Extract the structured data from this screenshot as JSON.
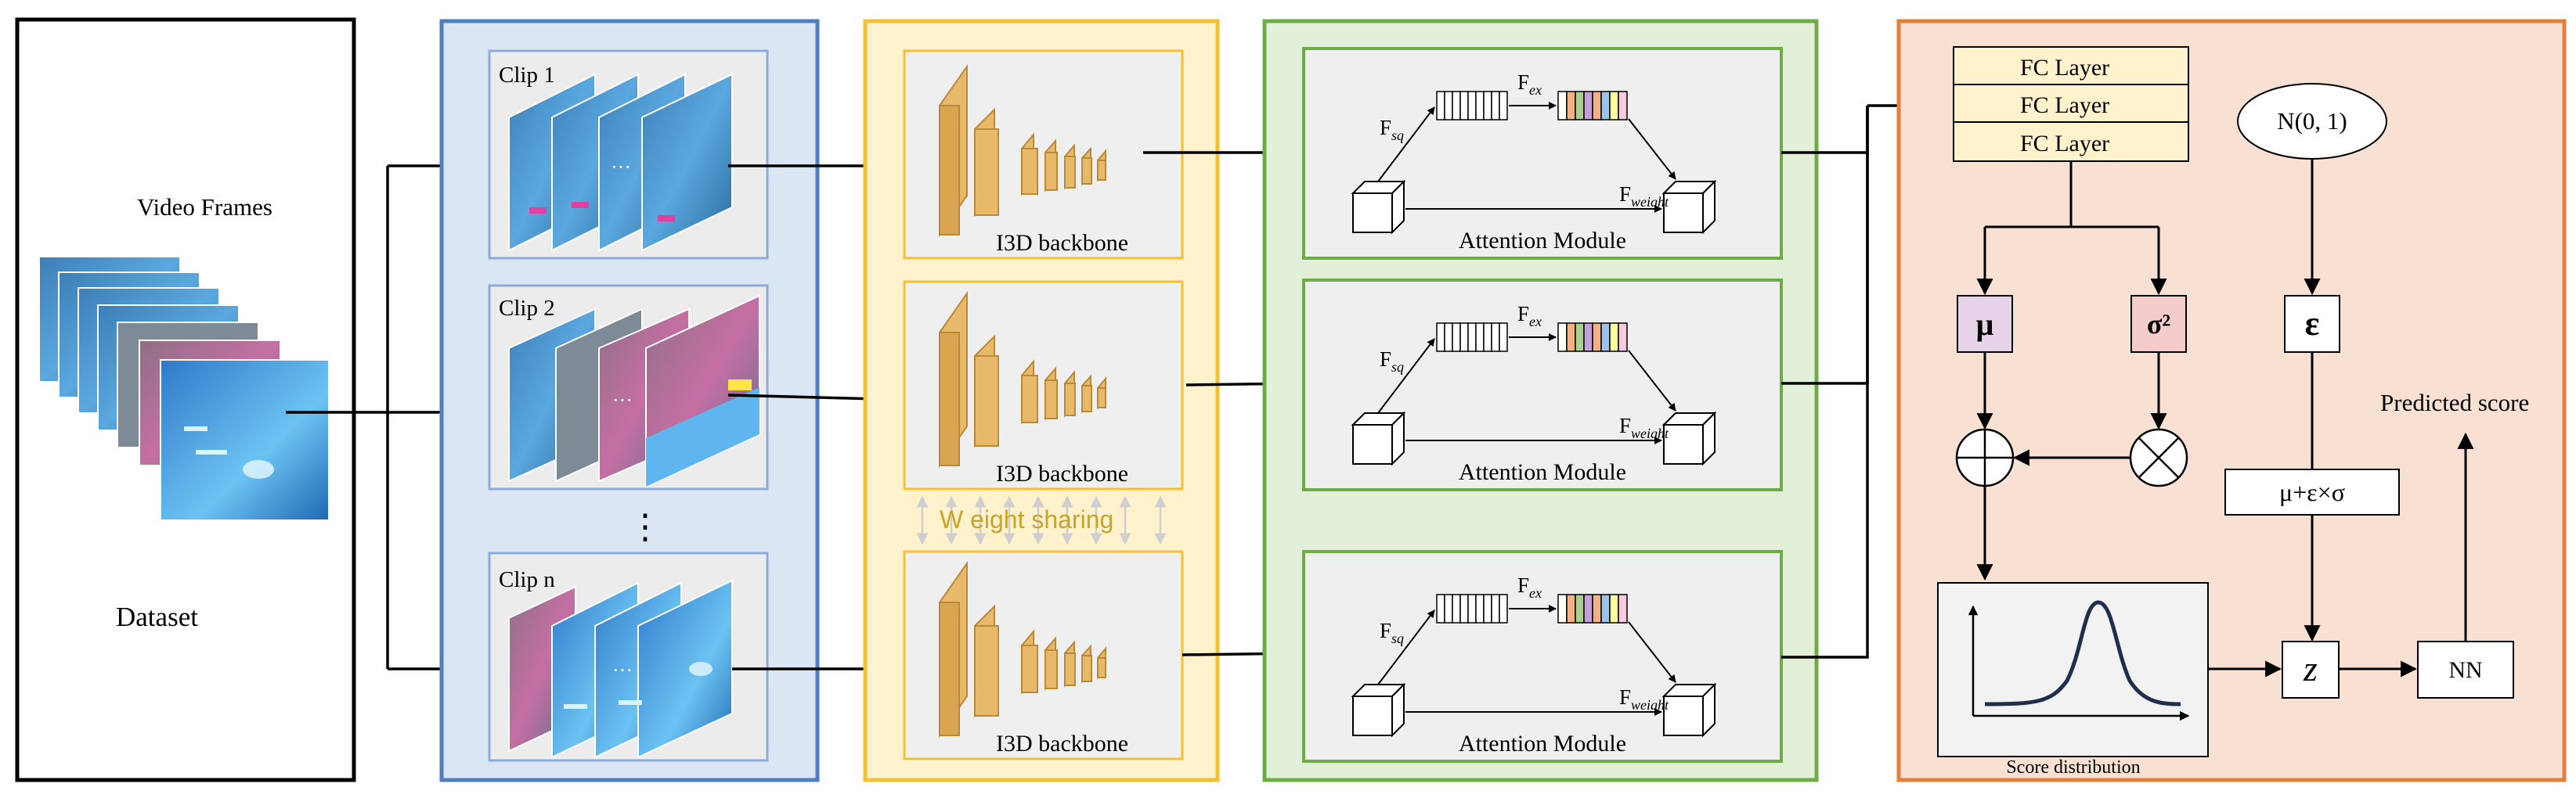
{
  "dataset": {
    "video_frames_label": "Video Frames",
    "dataset_label": "Dataset"
  },
  "clips": [
    {
      "label": "Clip 1"
    },
    {
      "label": "Clip 2"
    },
    {
      "label": "Clip n"
    }
  ],
  "clip_gap_ellipsis": "⋮",
  "frames_ellipsis": "···",
  "backbone": {
    "label": "I3D backbone",
    "weight_sharing": "W eight sharing"
  },
  "attention": {
    "label": "Attention Module",
    "f_sq": "F",
    "f_sq_sub": "sq",
    "f_ex": "F",
    "f_ex_sub": "ex",
    "f_weight": "F",
    "f_weight_sub": "weight",
    "excitation_colors": [
      "#ffffff",
      "#f4b183",
      "#a9d18e",
      "#c5a0d8",
      "#f4b183",
      "#9dc3e6",
      "#ffff99",
      "#f8cbe0"
    ]
  },
  "head": {
    "fc_layers": [
      "FC Layer",
      "FC Layer",
      "FC Layer"
    ],
    "prior": "N(0, 1)",
    "mu": "μ",
    "sigma2": "σ²",
    "epsilon": "ε",
    "reparam": "μ+ε×σ",
    "z": "z",
    "nn": "NN",
    "predicted_score": "Predicted score",
    "score_distribution": "Score distribution"
  },
  "colors": {
    "clip_panel_fill": "#dbe6f4",
    "clip_panel_border": "#4f7fbf",
    "backbone_panel_fill": "#fff2cc",
    "backbone_panel_border": "#f3c12f",
    "attention_panel_fill": "#e2efd9",
    "attention_panel_border": "#6fac46",
    "head_panel_fill": "#f8e1d3",
    "head_panel_border": "#e0803a",
    "fc_fill": "#fff2cc",
    "mu_fill": "#e6d3e8",
    "sigma_fill": "#f4cccc",
    "cube_fill": "#e9b96a",
    "weight_sharing_text": "#c9a42a"
  }
}
